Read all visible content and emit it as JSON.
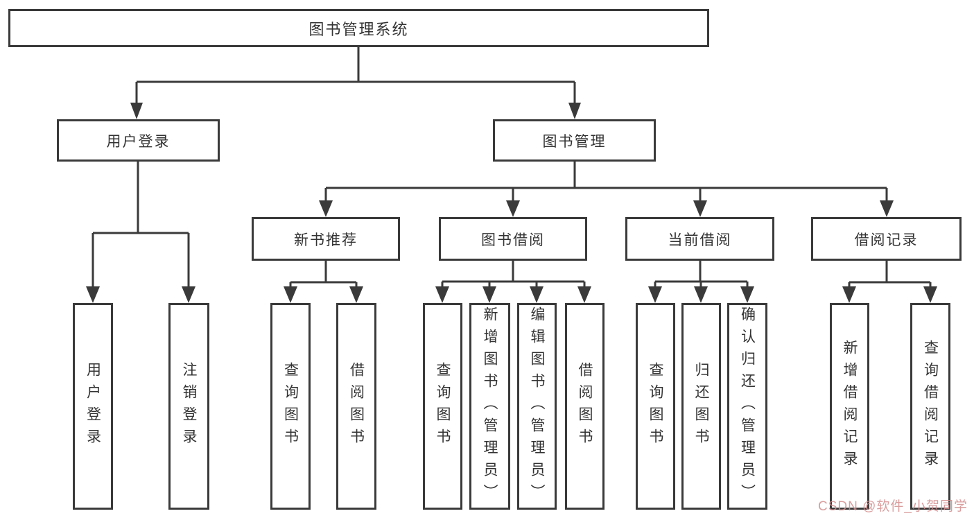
{
  "diagram_title": "图书管理系统",
  "tree": {
    "root": {
      "label": "图书管理系统",
      "children": [
        {
          "label": "用户登录",
          "children": [
            {
              "label": "用户登录"
            },
            {
              "label": "注销登录"
            }
          ]
        },
        {
          "label": "图书管理",
          "children": [
            {
              "label": "新书推荐",
              "children": [
                {
                  "label": "查询图书"
                },
                {
                  "label": "借阅图书"
                }
              ]
            },
            {
              "label": "图书借阅",
              "children": [
                {
                  "label": "查询图书"
                },
                {
                  "label": "新增图书（管理员）"
                },
                {
                  "label": "编辑图书（管理员）"
                },
                {
                  "label": "借阅图书"
                }
              ]
            },
            {
              "label": "当前借阅",
              "children": [
                {
                  "label": "查询图书"
                },
                {
                  "label": "归还图书"
                },
                {
                  "label": "确认归还（管理员）"
                }
              ]
            },
            {
              "label": "借阅记录",
              "children": [
                {
                  "label": "新增借阅记录"
                },
                {
                  "label": "查询借阅记录"
                }
              ]
            }
          ]
        }
      ]
    }
  },
  "watermark": {
    "text": "CSDN @软件_小贺同学"
  },
  "colors": {
    "line": "#3a3a3a",
    "text": "#333333",
    "background": "#ffffff",
    "watermark": "#d38d8d"
  }
}
